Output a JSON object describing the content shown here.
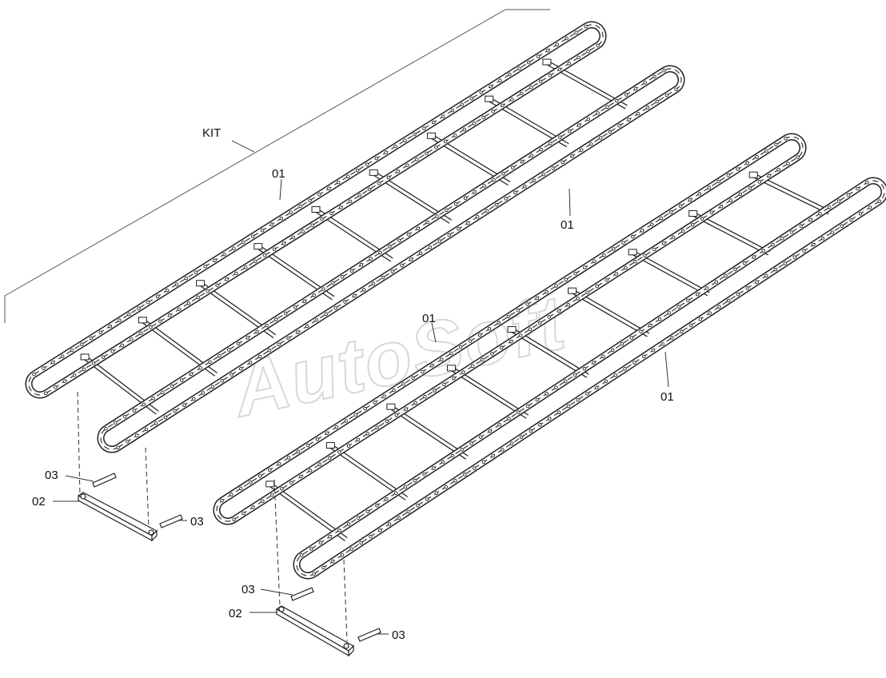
{
  "diagram": {
    "watermark": "AutoSoft",
    "kit_label": "KIT",
    "callouts": {
      "chain_left_upper": "01",
      "chain_left_lower": "01",
      "chain_right_upper": "01",
      "chain_right_lower": "01",
      "pin_left_top": "03",
      "connector_left": "02",
      "pin_left_bottom": "03",
      "pin_right_top": "03",
      "connector_right": "02",
      "pin_right_bottom": "03"
    }
  }
}
